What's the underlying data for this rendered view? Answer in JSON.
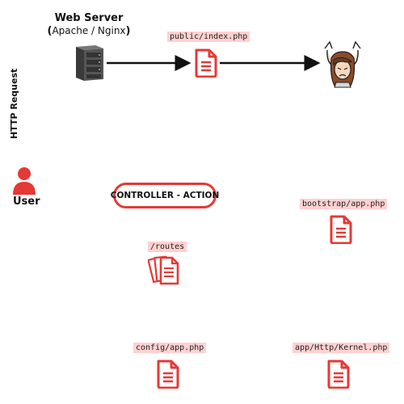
{
  "server": {
    "title": "Web Server",
    "paren_open": "(",
    "subtitle": "Apache / Nginx",
    "paren_close": ")",
    "icon": "server-rack-icon"
  },
  "request_label": "HTTP Request",
  "user": {
    "label": "User",
    "icon": "user-icon"
  },
  "files": {
    "index": "public/index.php",
    "bootstrap": "bootstrap/app.php",
    "routes": "/routes",
    "config": "config/app.php",
    "kernel": "app/Http/Kernel.php"
  },
  "controller_action": "CONTROLLER - ACTION",
  "colors": {
    "accent": "#e53935",
    "label_bg": "#ffd1d1",
    "server": "#4a4a4a"
  }
}
